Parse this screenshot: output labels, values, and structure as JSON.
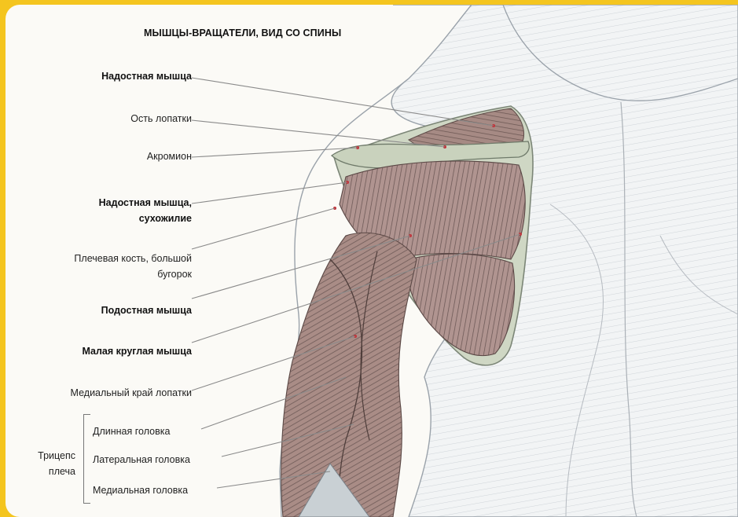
{
  "title": "МЫШЦЫ-ВРАЩАТЕЛИ, ВИД СО СПИНЫ",
  "labels": {
    "supraspinatus": "Надостная мышца",
    "scapular_spine": "Ость лопатки",
    "acromion": "Акромион",
    "supraspinatus_tendon_line1": "Надостная мышца,",
    "supraspinatus_tendon_line2": "сухожилие",
    "humerus_line1": "Плечевая кость, большой",
    "humerus_line2": "бугорок",
    "infraspinatus": "Подостная мышца",
    "teres_minor": "Малая круглая мышца",
    "medial_border": "Медиальный край лопатки",
    "triceps_line1": "Трицепс",
    "triceps_line2": "плеча",
    "long_head": "Длинная головка",
    "lateral_head": "Латеральная головка",
    "medial_head": "Медиальная головка"
  },
  "colors": {
    "frame": "#f4c51f",
    "background": "#fbfaf6",
    "muscle": "#a98c86",
    "muscle_dark": "#6e5a57",
    "bone": "#cfd7c4",
    "body_sketch": "#c5cad0"
  }
}
